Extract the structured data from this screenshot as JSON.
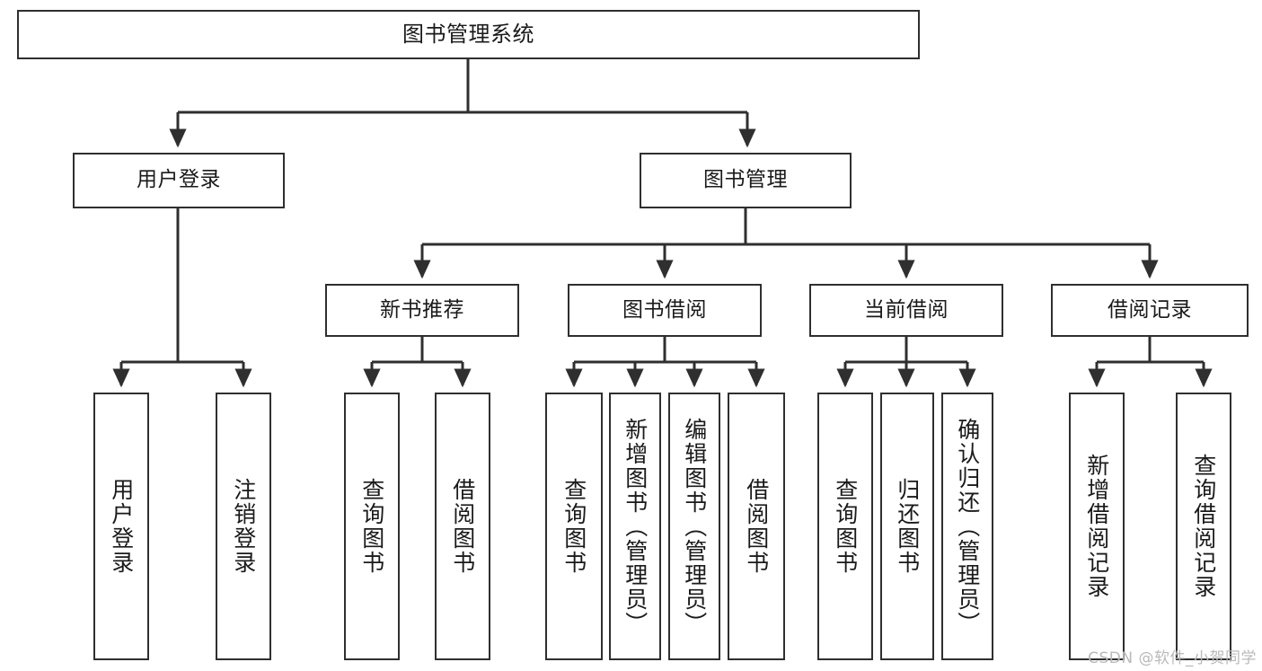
{
  "diagram": {
    "title": "图书管理系统",
    "type": "tree-hierarchy-diagram",
    "watermark": "CSDN @软件_小贺同学",
    "colors": {
      "node_border": "#2f2f2f",
      "node_fill": "#ffffff",
      "edge": "#2f2f2f",
      "text": "#1a1a1a",
      "watermark": "#b9b9b9"
    },
    "root": {
      "label": "图书管理系统"
    },
    "level2": [
      {
        "label": "用户登录"
      },
      {
        "label": "图书管理"
      }
    ],
    "level3": [
      {
        "label": "新书推荐"
      },
      {
        "label": "图书借阅"
      },
      {
        "label": "当前借阅"
      },
      {
        "label": "借阅记录"
      }
    ],
    "leaves": {
      "user_login": [
        {
          "label": "用户登录"
        },
        {
          "label": "注销登录"
        }
      ],
      "new_book_recommend": [
        {
          "label": "查询图书"
        },
        {
          "label": "借阅图书"
        }
      ],
      "book_borrow": [
        {
          "label": "查询图书"
        },
        {
          "label": "新增图书（管理员）"
        },
        {
          "label": "编辑图书（管理员）"
        },
        {
          "label": "借阅图书"
        }
      ],
      "current_borrow": [
        {
          "label": "查询图书"
        },
        {
          "label": "归还图书"
        },
        {
          "label": "确认归还（管理员）"
        }
      ],
      "borrow_record": [
        {
          "label": "新增借阅记录"
        },
        {
          "label": "查询借阅记录"
        }
      ]
    }
  }
}
